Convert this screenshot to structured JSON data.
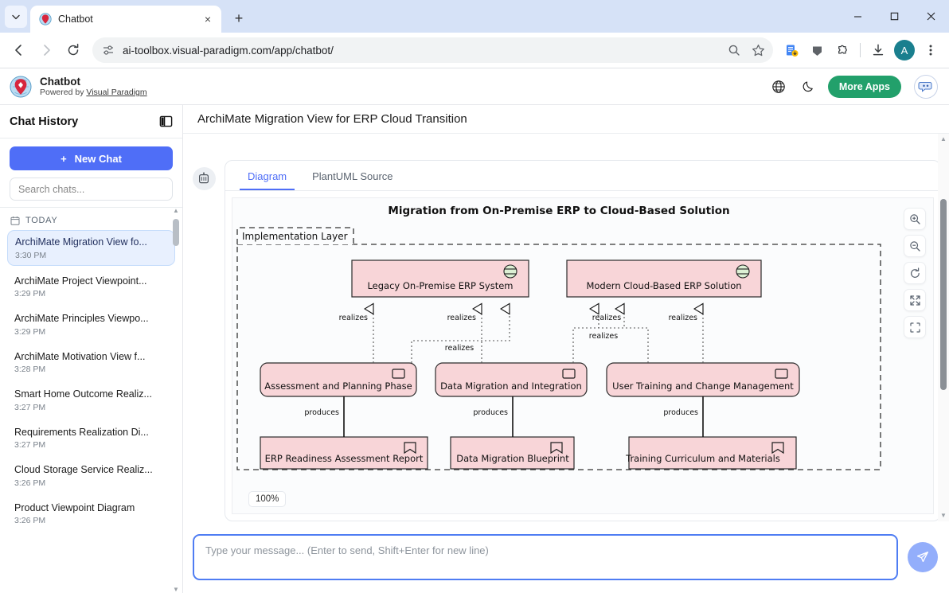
{
  "browser": {
    "tab": {
      "title": "Chatbot",
      "favicon": "vp-logo-icon",
      "close_label": "×"
    },
    "newtab_label": "+",
    "tab_list_icon": "chevron-down-icon",
    "window_controls": {
      "minimize": "—",
      "maximize": "□",
      "close": "✕"
    },
    "nav": {
      "back": "←",
      "forward": "→",
      "reload": "↻"
    },
    "url": "ai-toolbox.visual-paradigm.com/app/chatbot/",
    "site_info_icon": "tune-icon",
    "omni_icons": [
      "search-icon",
      "bookmark-star-icon"
    ],
    "toolbar_icons": [
      "reading-list-icon",
      "cast-icon",
      "extensions-icon",
      "downloads-icon"
    ],
    "profile_initial": "A",
    "menu_icon": "kebab-menu-icon"
  },
  "app_header": {
    "name": "Chatbot",
    "powered_prefix": "Powered by ",
    "powered_link": "Visual Paradigm",
    "language_icon": "globe-icon",
    "theme_icon": "moon-icon",
    "more_apps_label": "More Apps",
    "chat_avatar_icon": "chat-bubble-icon"
  },
  "sidebar": {
    "title": "Chat History",
    "panel_toggle_icon": "panel-collapse-icon",
    "new_chat_label": "New Chat",
    "new_chat_plus": "+",
    "search_placeholder": "Search chats...",
    "search_value": "",
    "group_label": "TODAY",
    "group_icon": "calendar-icon",
    "items": [
      {
        "title": "ArchiMate Migration View fo...",
        "time": "3:30 PM",
        "active": true
      },
      {
        "title": "ArchiMate Project Viewpoint...",
        "time": "3:29 PM",
        "active": false
      },
      {
        "title": "ArchiMate Principles Viewpo...",
        "time": "3:29 PM",
        "active": false
      },
      {
        "title": "ArchiMate Motivation View f...",
        "time": "3:28 PM",
        "active": false
      },
      {
        "title": "Smart Home Outcome Realiz...",
        "time": "3:27 PM",
        "active": false
      },
      {
        "title": "Requirements Realization Di...",
        "time": "3:27 PM",
        "active": false
      },
      {
        "title": "Cloud Storage Service Realiz...",
        "time": "3:26 PM",
        "active": false
      },
      {
        "title": "Product Viewpoint Diagram",
        "time": "3:26 PM",
        "active": false
      }
    ]
  },
  "main": {
    "title": "ArchiMate Migration View for ERP Cloud Transition",
    "bot_icon": "robot-icon",
    "tabs": [
      {
        "label": "Diagram",
        "active": true
      },
      {
        "label": "PlantUML Source",
        "active": false
      }
    ],
    "canvas_tools": [
      {
        "name": "zoom-in-icon",
        "title": "Zoom In"
      },
      {
        "name": "zoom-out-icon",
        "title": "Zoom Out"
      },
      {
        "name": "reset-icon",
        "title": "Reset"
      },
      {
        "name": "fit-screen-icon",
        "title": "Fit to Screen"
      },
      {
        "name": "fullscreen-icon",
        "title": "Fullscreen"
      }
    ],
    "zoom_level": "100%"
  },
  "diagram": {
    "title": "Migration from On-Premise ERP to Cloud-Based Solution",
    "group_label": "Implementation Layer",
    "plateaus": [
      {
        "id": "legacy",
        "label": "Legacy On-Premise ERP System",
        "icon": "plateau-icon"
      },
      {
        "id": "modern",
        "label": "Modern Cloud-Based ERP Solution",
        "icon": "plateau-icon"
      }
    ],
    "work_packages": [
      {
        "id": "assess",
        "label": "Assessment and Planning Phase",
        "icon": "work-package-icon"
      },
      {
        "id": "migrate",
        "label": "Data Migration and Integration",
        "icon": "work-package-icon"
      },
      {
        "id": "train",
        "label": "User Training and Change Management",
        "icon": "work-package-icon"
      }
    ],
    "deliverables": [
      {
        "id": "report",
        "label": "ERP Readiness Assessment Report",
        "icon": "deliverable-icon"
      },
      {
        "id": "blueprint",
        "label": "Data Migration Blueprint",
        "icon": "deliverable-icon"
      },
      {
        "id": "curriculum",
        "label": "Training Curriculum and Materials",
        "icon": "deliverable-icon"
      }
    ],
    "realizes_label": "realizes",
    "produces_label": "produces",
    "colors": {
      "element_fill": "#f8d5d8",
      "element_stroke": "#2b2b2b",
      "plateau_icon_fill": "#dcf0d4"
    }
  },
  "composer": {
    "placeholder": "Type your message... (Enter to send, Shift+Enter for new line)",
    "value": "",
    "send_icon": "send-plane-icon"
  }
}
